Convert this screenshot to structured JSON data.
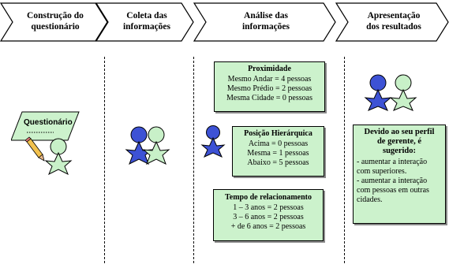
{
  "stages": [
    {
      "label_line1": "Construção do",
      "label_line2": "questionário"
    },
    {
      "label_line1": "Coleta das",
      "label_line2": "informações"
    },
    {
      "label_line1": "Análise das",
      "label_line2": "informações"
    },
    {
      "label_line1": "Apresentação",
      "label_line2": "dos resultados"
    }
  ],
  "questionnaire": {
    "label": "Questionário"
  },
  "analysis": {
    "proximity": {
      "title": "Proximidade",
      "lines": [
        "Mesmo Andar = 4 pessoas",
        "Mesmo Prédio = 2 pessoas",
        "Mesma Cidade = 0 pessoas"
      ]
    },
    "hierarchy": {
      "title": "Posição Hierárquica",
      "lines": [
        "Acima = 0 pessoas",
        "Mesma = 1 pessoas",
        "Abaixo = 5 pessoas"
      ]
    },
    "relationship": {
      "title": "Tempo de relacionamento",
      "lines": [
        "1 – 3 anos = 2 pessoas",
        "3 – 6 anos = 2 pessoas",
        "+ de 6 anos = 2 pessoas"
      ]
    }
  },
  "results": {
    "title_lines": [
      "Devido ao seu perfil",
      "de gerente, é",
      "sugerido:"
    ],
    "items": [
      "- aumentar a interação com superiores.",
      "- aumentar a interação com pessoas em outras cidades."
    ]
  },
  "colors": {
    "box_fill": "#ccf2cc",
    "blue_figure": "#3d52d5",
    "green_figure": "#c8f0c8"
  }
}
